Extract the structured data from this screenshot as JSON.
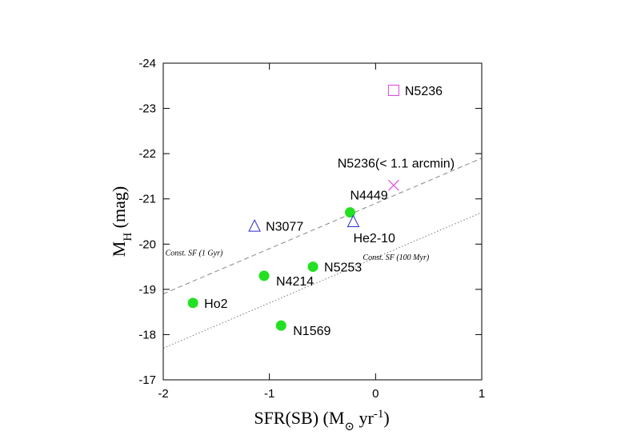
{
  "chart_data": {
    "type": "scatter",
    "title": "",
    "xlabel": "SFR(SB) (M☉ yr⁻¹)",
    "xlabel_parts": {
      "main": "SFR(SB) (M",
      "sub": "⊙",
      "mid": " yr",
      "sup": "-1",
      "end": ")"
    },
    "ylabel": "M_H (mag)",
    "ylabel_parts": {
      "main": "M",
      "sub": "H",
      "end": " (mag)"
    },
    "xlim": [
      -2,
      1
    ],
    "ylim": [
      -17,
      -24
    ],
    "y_inverted": true,
    "grid": false,
    "x_ticks": [
      {
        "value": -2,
        "label": "-2"
      },
      {
        "value": -1,
        "label": "-1"
      },
      {
        "value": 0,
        "label": "0"
      },
      {
        "value": 1,
        "label": "1"
      }
    ],
    "y_ticks": [
      {
        "value": -17,
        "label": "-17"
      },
      {
        "value": -18,
        "label": "-18"
      },
      {
        "value": -19,
        "label": "-19"
      },
      {
        "value": -20,
        "label": "-20"
      },
      {
        "value": -21,
        "label": "-21"
      },
      {
        "value": -22,
        "label": "-22"
      },
      {
        "value": -23,
        "label": "-23"
      },
      {
        "value": -24,
        "label": "-24"
      }
    ],
    "series": [
      {
        "marker": "filled-circle",
        "color": "#22e122",
        "points": [
          {
            "label": "Ho2",
            "x": -1.72,
            "y": -18.7,
            "label_pos": "right"
          },
          {
            "label": "N1569",
            "x": -0.89,
            "y": -18.2,
            "label_pos": "right-below"
          },
          {
            "label": "N4214",
            "x": -1.05,
            "y": -19.3,
            "label_pos": "right-below"
          },
          {
            "label": "N5253",
            "x": -0.59,
            "y": -19.5,
            "label_pos": "right"
          },
          {
            "label": "N4449",
            "x": -0.24,
            "y": -20.7,
            "label_pos": "above"
          }
        ]
      },
      {
        "marker": "open-triangle",
        "color": "#2b2bcf",
        "points": [
          {
            "label": "N3077",
            "x": -1.14,
            "y": -20.4,
            "label_pos": "right"
          },
          {
            "label": "He2-10",
            "x": -0.21,
            "y": -20.5,
            "label_pos": "below"
          }
        ]
      },
      {
        "marker": "cross",
        "color": "#e040e0",
        "points": [
          {
            "label": "N5236(< 1.1 arcmin)",
            "x": 0.17,
            "y": -21.3,
            "label_pos": "above-left"
          }
        ]
      },
      {
        "marker": "open-square",
        "color": "#e040e0",
        "points": [
          {
            "label": "N5236",
            "x": 0.17,
            "y": -23.4,
            "label_pos": "right"
          }
        ]
      }
    ],
    "lines": [
      {
        "label": "Const. SF (1 Gyr)",
        "style": "dashed",
        "color": "#888888",
        "x": [
          -2,
          1
        ],
        "y": [
          -18.9,
          -21.9
        ],
        "label_anchor": {
          "x": -1.98,
          "y": -19.75
        }
      },
      {
        "label": "Const. SF (100 Myr)",
        "style": "dotted",
        "color": "#777777",
        "x": [
          -2,
          1
        ],
        "y": [
          -17.7,
          -20.7
        ],
        "label_anchor": {
          "x": -0.12,
          "y": -19.65
        }
      }
    ]
  }
}
